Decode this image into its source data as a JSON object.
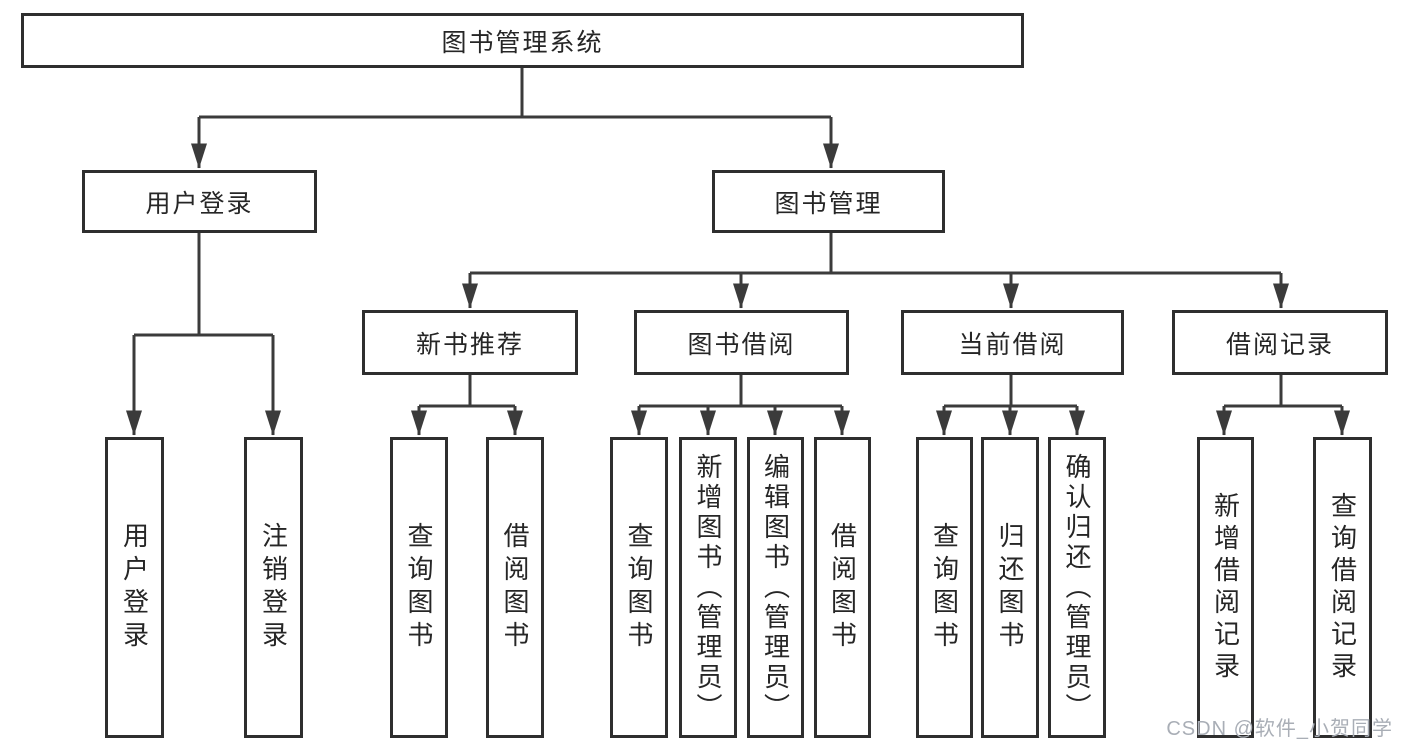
{
  "diagram": {
    "root": {
      "label": "图书管理系统"
    },
    "level1": {
      "user_login": "用户登录",
      "book_management": "图书管理"
    },
    "level2": {
      "new_book_recommendation": "新书推荐",
      "book_borrowing": "图书借阅",
      "current_borrowing": "当前借阅",
      "borrowing_records": "借阅记录"
    },
    "leaves": {
      "user_login": [
        "用户登录",
        "注销登录"
      ],
      "new_book_recommendation": [
        "查询图书",
        "借阅图书"
      ],
      "book_borrowing": [
        "查询图书",
        "新增图书（管理员）",
        "编辑图书（管理员）",
        "借阅图书"
      ],
      "current_borrowing": [
        "查询图书",
        "归还图书",
        "确认归还（管理员）"
      ],
      "borrowing_records": [
        "新增借阅记录",
        "查询借阅记录"
      ]
    }
  },
  "watermark": {
    "text": "CSDN @软件_小贺同学"
  },
  "colors": {
    "line": "#3b3b3b",
    "box_border": "#2e2e2e",
    "text": "#262626",
    "background": "#ffffff",
    "watermark": "#a9aeb6"
  }
}
